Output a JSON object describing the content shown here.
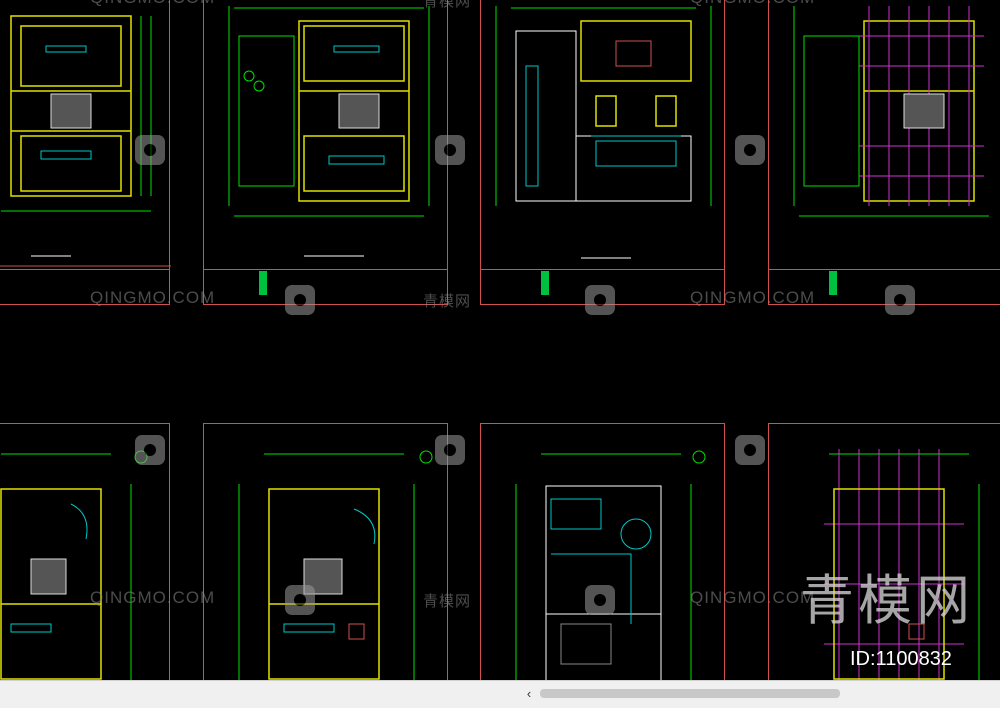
{
  "drawing": {
    "watermark_en": "QINGMO.COM",
    "watermark_cn": "青模网",
    "watermark_big": "青模网",
    "id_label": "ID:1100832"
  },
  "colors": {
    "background": "#000000",
    "frame": "#d05050",
    "dimension": "#00e000",
    "wall": "#e0e000",
    "furniture": "#00c8c8",
    "grid": "#d030d0",
    "detail": "#ffffff"
  },
  "scrollbar": {
    "left_arrow": "‹"
  }
}
